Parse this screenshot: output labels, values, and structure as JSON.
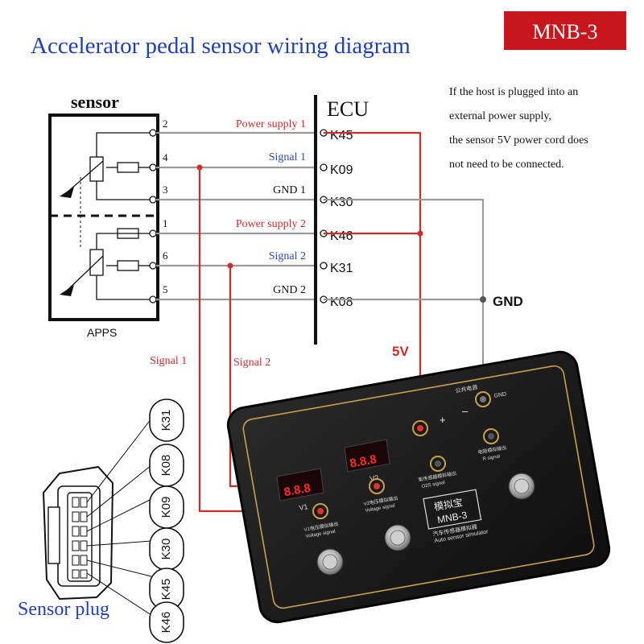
{
  "title": "Accelerator pedal sensor wiring diagram",
  "badge": "MNB-3",
  "note": [
    "If the host is plugged into an",
    "external power supply,",
    "the sensor 5V power cord does",
    "not need to be connected."
  ],
  "sensor_label": "sensor",
  "ecu_label": "ECU",
  "apps_label": "APPS",
  "wires": [
    {
      "pin": "2",
      "name": "Power supply 1",
      "ecu": "K45"
    },
    {
      "pin": "4",
      "name": "Signal 1",
      "ecu": "K09"
    },
    {
      "pin": "3",
      "name": "GND 1",
      "ecu": "K30"
    },
    {
      "pin": "1",
      "name": "Power supply 2",
      "ecu": "K46"
    },
    {
      "pin": "6",
      "name": "Signal 2",
      "ecu": "K31"
    },
    {
      "pin": "5",
      "name": "GND 2",
      "ecu": "K08"
    }
  ],
  "gnd_label": "GND",
  "v5_label": "5V",
  "signal1_label": "Signal 1",
  "signal2_label": "Signal 2",
  "plug_label": "Sensor plug",
  "plug_pins": [
    "K31",
    "K08",
    "K09",
    "K30",
    "K45",
    "K46"
  ],
  "device": {
    "brand": "模拟宝",
    "model": "MNB-3",
    "subtitle_cn": "汽车传感器模拟器",
    "subtitle_en": "Auto sensor simulator",
    "display1": "8.8.8",
    "display2": "8.8.8",
    "v1_label": "V1",
    "v2_label": "V2",
    "v1_port_cn": "V1电压模拟输出",
    "v1_port_en": "Voltage signal",
    "v2_port_cn": "V2电压模拟输出",
    "v2_port_en": "Voltage signal",
    "o2_cn": "氧传感器模拟输出",
    "o2_en": "O2S signal",
    "r_cn": "电阻模拟输出",
    "r_en": "R signal",
    "power_cn": "公共电源",
    "plus": "+",
    "minus": "–",
    "gnd_small": "GND"
  },
  "colors": {
    "title_blue": "#1f3fbf",
    "badge_red": "#c8161d",
    "wire_red": "#d42a2a",
    "wire_gray": "#9a9a9a",
    "label_red": "#d42a2a",
    "label_blue": "#2a48c4",
    "device_gold": "#c9a14a"
  }
}
